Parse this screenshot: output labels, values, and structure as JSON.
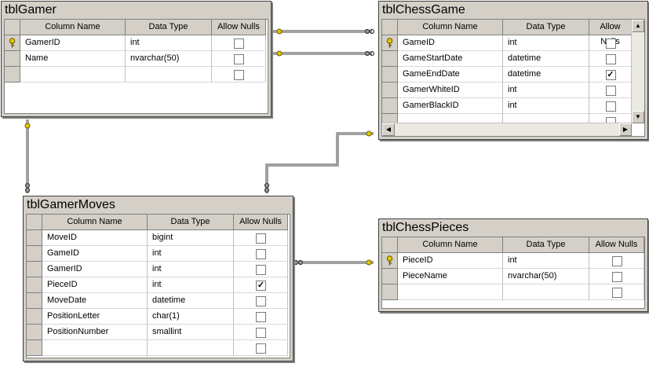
{
  "headers": {
    "column_name": "Column Name",
    "data_type": "Data Type",
    "allow_nulls": "Allow Nulls"
  },
  "tables": {
    "gamer": {
      "name": "tblGamer",
      "rows": [
        {
          "column": "GamerID",
          "type": "int",
          "nulls": false,
          "key": true
        },
        {
          "column": "Name",
          "type": "nvarchar(50)",
          "nulls": false,
          "key": false
        },
        {
          "column": "",
          "type": "",
          "nulls": false,
          "key": false
        }
      ]
    },
    "chess_game": {
      "name": "tblChessGame",
      "rows": [
        {
          "column": "GameID",
          "type": "int",
          "nulls": false,
          "key": true
        },
        {
          "column": "GameStartDate",
          "type": "datetime",
          "nulls": false,
          "key": false
        },
        {
          "column": "GameEndDate",
          "type": "datetime",
          "nulls": true,
          "key": false
        },
        {
          "column": "GamerWhiteID",
          "type": "int",
          "nulls": false,
          "key": false
        },
        {
          "column": "GamerBlackID",
          "type": "int",
          "nulls": false,
          "key": false
        },
        {
          "column": "",
          "type": "",
          "nulls": false,
          "key": false
        }
      ]
    },
    "gamer_moves": {
      "name": "tblGamerMoves",
      "rows": [
        {
          "column": "MoveID",
          "type": "bigint",
          "nulls": false,
          "key": false
        },
        {
          "column": "GameID",
          "type": "int",
          "nulls": false,
          "key": false
        },
        {
          "column": "GamerID",
          "type": "int",
          "nulls": false,
          "key": false
        },
        {
          "column": "PieceID",
          "type": "int",
          "nulls": true,
          "key": false
        },
        {
          "column": "MoveDate",
          "type": "datetime",
          "nulls": false,
          "key": false
        },
        {
          "column": "PositionLetter",
          "type": "char(1)",
          "nulls": false,
          "key": false
        },
        {
          "column": "PositionNumber",
          "type": "smallint",
          "nulls": false,
          "key": false
        },
        {
          "column": "",
          "type": "",
          "nulls": false,
          "key": false
        }
      ]
    },
    "chess_pieces": {
      "name": "tblChessPieces",
      "rows": [
        {
          "column": "PieceID",
          "type": "int",
          "nulls": false,
          "key": true
        },
        {
          "column": "PieceName",
          "type": "nvarchar(50)",
          "nulls": false,
          "key": false
        },
        {
          "column": "",
          "type": "",
          "nulls": false,
          "key": false
        }
      ]
    }
  },
  "colors": {
    "window": "#d4d0c8",
    "grid": "#ffffff",
    "line": "#404040",
    "key": "#d8b400"
  }
}
